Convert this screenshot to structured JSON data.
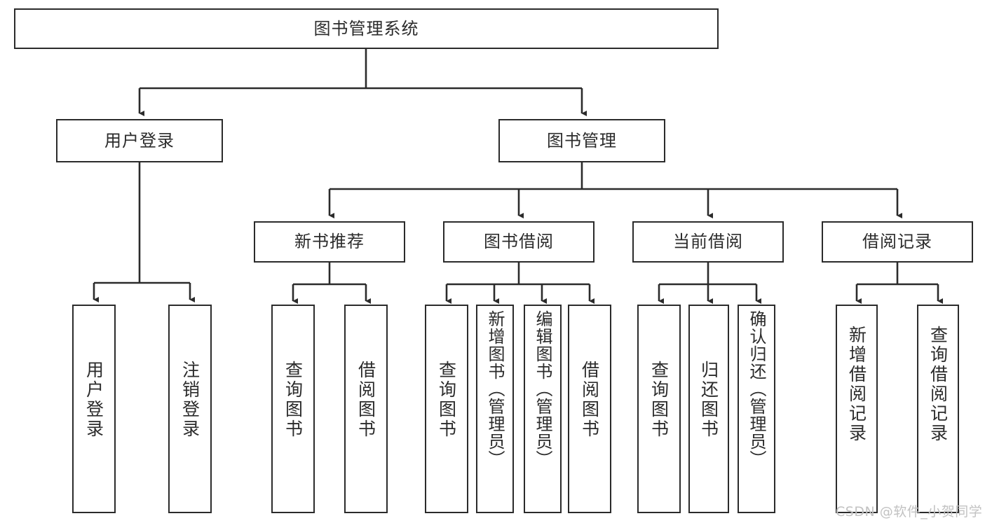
{
  "diagram": {
    "title": "图书管理系统",
    "type": "functional-structure-tree",
    "watermark": "CSDN @软件_小贺同学",
    "colors": {
      "box_border": "#2b2b2b",
      "box_fill": "#ffffff",
      "line": "#2b2b2b",
      "text": "#2b2b2b",
      "watermark": "#c2c2c2",
      "background": "#ffffff"
    },
    "levels": {
      "root": {
        "label": "图书管理系统"
      },
      "level2": [
        {
          "id": "user-login",
          "label": "用户登录"
        },
        {
          "id": "book-manage",
          "label": "图书管理"
        }
      ],
      "level3": [
        {
          "id": "new-book-recommend",
          "label": "新书推荐",
          "parent": "book-manage"
        },
        {
          "id": "book-borrow",
          "label": "图书借阅",
          "parent": "book-manage"
        },
        {
          "id": "current-borrow",
          "label": "当前借阅",
          "parent": "book-manage"
        },
        {
          "id": "borrow-record",
          "label": "借阅记录",
          "parent": "book-manage"
        }
      ],
      "leaves": [
        {
          "id": "leaf-user-login",
          "label": "用户登录",
          "parent": "user-login"
        },
        {
          "id": "leaf-logout",
          "label": "注销登录",
          "parent": "user-login"
        },
        {
          "id": "leaf-query-book-1",
          "label": "查询图书",
          "parent": "new-book-recommend"
        },
        {
          "id": "leaf-borrow-book-1",
          "label": "借阅图书",
          "parent": "new-book-recommend"
        },
        {
          "id": "leaf-query-book-2",
          "label": "查询图书",
          "parent": "book-borrow"
        },
        {
          "id": "leaf-add-book",
          "label": "新增图书（管理员）",
          "parent": "book-borrow"
        },
        {
          "id": "leaf-edit-book",
          "label": "编辑图书（管理员）",
          "parent": "book-borrow"
        },
        {
          "id": "leaf-borrow-book-2",
          "label": "借阅图书",
          "parent": "book-borrow"
        },
        {
          "id": "leaf-query-book-3",
          "label": "查询图书",
          "parent": "current-borrow"
        },
        {
          "id": "leaf-return-book",
          "label": "归还图书",
          "parent": "current-borrow"
        },
        {
          "id": "leaf-confirm-return",
          "label": "确认归还（管理员）",
          "parent": "current-borrow"
        },
        {
          "id": "leaf-add-record",
          "label": "新增借阅记录",
          "parent": "borrow-record"
        },
        {
          "id": "leaf-query-record",
          "label": "查询借阅记录",
          "parent": "borrow-record"
        }
      ]
    }
  }
}
